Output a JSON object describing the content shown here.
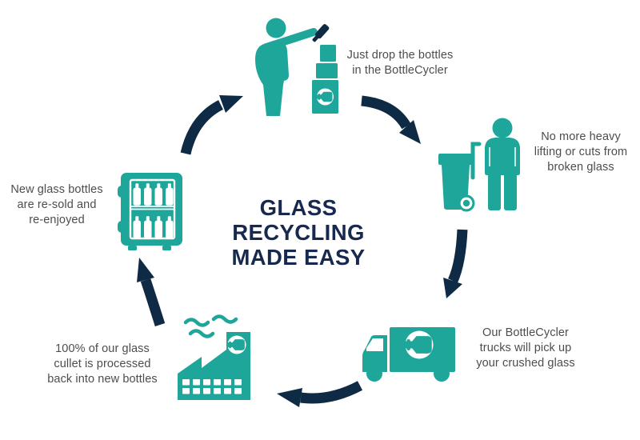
{
  "title": {
    "lines": [
      "GLASS",
      "RECYCLING",
      "MADE EASY"
    ]
  },
  "steps": {
    "drop": {
      "icon": "person-dropping-bottle-icon",
      "lines": [
        "Just drop the bottles",
        "in the BottleCycler"
      ]
    },
    "bin": {
      "icon": "person-with-wheeled-bin-icon",
      "lines": [
        "No more heavy",
        "lifting or cuts from",
        "broken glass"
      ]
    },
    "truck": {
      "icon": "bottlecycler-truck-icon",
      "lines": [
        "Our BottleCycler",
        "trucks will pick up",
        "your crushed glass"
      ]
    },
    "factory": {
      "icon": "glass-factory-icon",
      "lines": [
        "100% of our glass",
        "cullet is processed",
        "back into new bottles"
      ]
    },
    "fridge": {
      "icon": "bottle-fridge-icon",
      "lines": [
        "New glass bottles",
        "are re-sold and",
        "re-enjoyed"
      ]
    }
  },
  "icons": {
    "logo": "bottlecycler-bottle-logo-icon",
    "arrows": [
      "cycle-arrow-up-right",
      "cycle-arrow-down-right",
      "cycle-arrow-down",
      "cycle-arrow-left",
      "cycle-arrow-up"
    ]
  },
  "colors": {
    "teal": "#1EA69A",
    "navy_title": "#17294E",
    "navy_arrow": "#0F2A44",
    "caption_gray": "#4C4D4F",
    "background": "#FFFFFF"
  }
}
